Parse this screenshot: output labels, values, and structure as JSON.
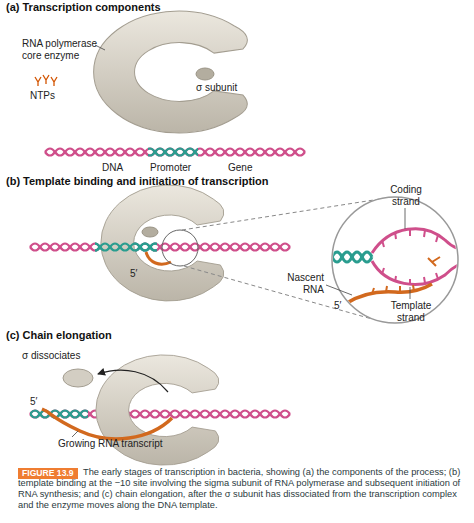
{
  "diagram": {
    "caption": "The early stages of transcription in bacteria, showing (a) the components of the process; (b) template binding at the −10 site involving the sigma subunit of RNA polymerase and subsequent initiation of RNA synthesis; and (c) chain elongation, after the σ subunit has dissociated from the transcription complex and the enzyme moves along the DNA template.",
    "nodes": [
      {
        "text": [
          "FIGURE 13.9"
        ]
      }
    ],
    "labels": [
      "(a) Transcription components",
      "RNA polymerase core enzyme",
      "σ subunit",
      "NTPs",
      "DNA",
      "Promoter",
      "Gene",
      "(b) Template binding and initiation of transcription",
      "Coding strand",
      "5′",
      "Nascent RNA",
      "5′",
      "Template strand",
      "(c) Chain elongation",
      "σ dissociates",
      "5′",
      "Growing RNA transcript"
    ]
  }
}
